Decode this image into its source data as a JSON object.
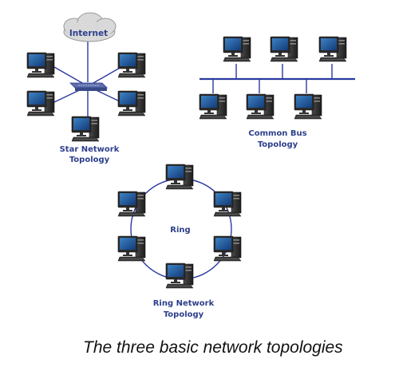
{
  "star": {
    "cloud_label": "Internet",
    "label_line1": "Star Network",
    "label_line2": "Topology",
    "computers": 5
  },
  "bus": {
    "label_line1": "Common Bus",
    "label_line2": "Topology",
    "computers": 6
  },
  "ring": {
    "center_label": "Ring",
    "label_line1": "Ring Network",
    "label_line2": "Topology",
    "computers": 6
  },
  "caption": "The three basic network topologies",
  "icons": [
    "computer-icon",
    "cloud-icon",
    "switch-icon"
  ],
  "colors": {
    "wire": "#2b3aa0",
    "label": "#2d3f8c",
    "cloud": "#d9d9d9"
  }
}
